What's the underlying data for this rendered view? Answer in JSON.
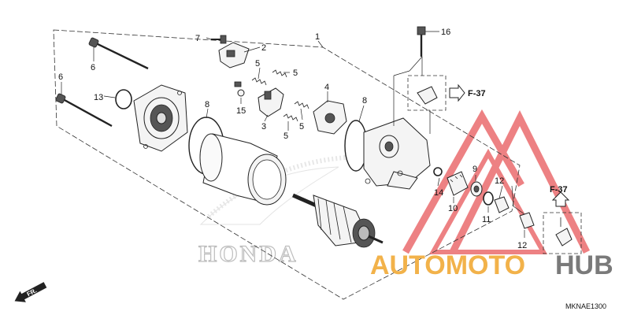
{
  "callouts": {
    "n1": "1",
    "n2": "2",
    "n3": "3",
    "n4": "4",
    "n5a": "5",
    "n5b": "5",
    "n5c": "5",
    "n5d": "5",
    "n6a": "6",
    "n6b": "6",
    "n7": "7",
    "n8a": "8",
    "n8b": "8",
    "n9": "9",
    "n10": "10",
    "n11": "11",
    "n12a": "12",
    "n12b": "12",
    "n13": "13",
    "n14": "14",
    "n15": "15",
    "n16": "16"
  },
  "refs": {
    "top": "F-37",
    "right": "F-37"
  },
  "direction": "FR.",
  "diagram_code": "MKNAE1300",
  "background_brand": "HONDA",
  "watermark": {
    "part1": "AUTOMOTO",
    "part2": "HUB",
    "color1": "#f2b24a",
    "color2": "#7a7a7a",
    "logo_color": "#e23a3a"
  }
}
